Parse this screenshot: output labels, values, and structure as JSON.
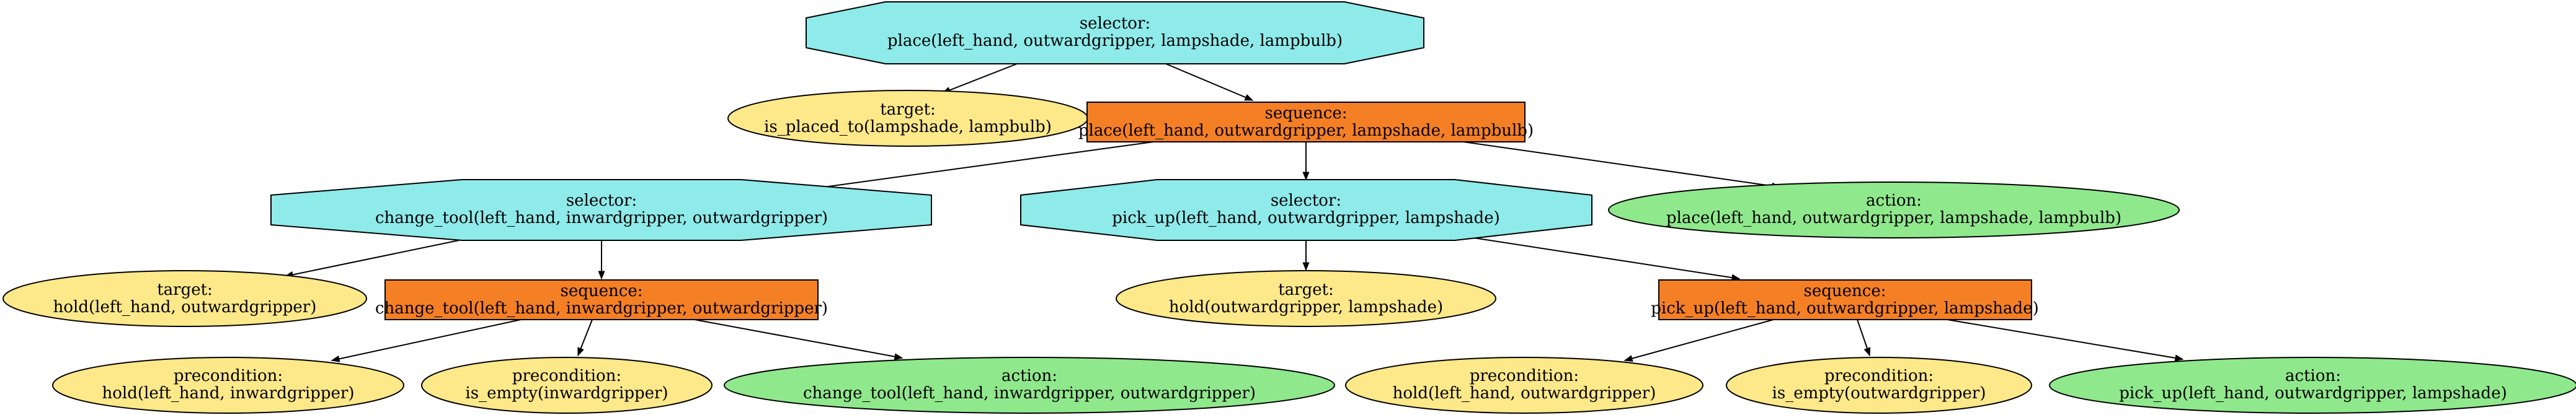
{
  "colors": {
    "selector": "#8feaea",
    "sequence": "#f57f25",
    "target": "#fde88a",
    "precondition": "#fde88a",
    "action": "#90e88c",
    "stroke": "#000000",
    "edge": "#000000"
  },
  "nodes": {
    "n0": {
      "kind": "selector",
      "type_label": "selector:",
      "call": "place(left_hand, outwardgripper, lampshade, lampbulb)"
    },
    "n1": {
      "kind": "target",
      "type_label": "target:",
      "call": "is_placed_to(lampshade, lampbulb)"
    },
    "n2": {
      "kind": "sequence",
      "type_label": "sequence:",
      "call": "place(left_hand, outwardgripper, lampshade, lampbulb)"
    },
    "n3": {
      "kind": "selector",
      "type_label": "selector:",
      "call": "change_tool(left_hand, inwardgripper, outwardgripper)"
    },
    "n4": {
      "kind": "selector",
      "type_label": "selector:",
      "call": "pick_up(left_hand, outwardgripper, lampshade)"
    },
    "n5": {
      "kind": "action",
      "type_label": "action:",
      "call": "place(left_hand, outwardgripper, lampshade, lampbulb)"
    },
    "n6": {
      "kind": "target",
      "type_label": "target:",
      "call": "hold(left_hand, outwardgripper)"
    },
    "n7": {
      "kind": "sequence",
      "type_label": "sequence:",
      "call": "change_tool(left_hand, inwardgripper, outwardgripper)"
    },
    "n8": {
      "kind": "target",
      "type_label": "target:",
      "call": "hold(outwardgripper, lampshade)"
    },
    "n9": {
      "kind": "sequence",
      "type_label": "sequence:",
      "call": "pick_up(left_hand, outwardgripper, lampshade)"
    },
    "n10": {
      "kind": "precondition",
      "type_label": "precondition:",
      "call": "hold(left_hand, inwardgripper)"
    },
    "n11": {
      "kind": "precondition",
      "type_label": "precondition:",
      "call": "is_empty(inwardgripper)"
    },
    "n12": {
      "kind": "action",
      "type_label": "action:",
      "call": "change_tool(left_hand, inwardgripper, outwardgripper)"
    },
    "n13": {
      "kind": "precondition",
      "type_label": "precondition:",
      "call": "hold(left_hand, outwardgripper)"
    },
    "n14": {
      "kind": "precondition",
      "type_label": "precondition:",
      "call": "is_empty(outwardgripper)"
    },
    "n15": {
      "kind": "action",
      "type_label": "action:",
      "call": "pick_up(left_hand, outwardgripper, lampshade)"
    }
  },
  "edges": [
    [
      "n0",
      "n1"
    ],
    [
      "n0",
      "n2"
    ],
    [
      "n2",
      "n3"
    ],
    [
      "n2",
      "n4"
    ],
    [
      "n2",
      "n5"
    ],
    [
      "n3",
      "n6"
    ],
    [
      "n3",
      "n7"
    ],
    [
      "n4",
      "n8"
    ],
    [
      "n4",
      "n9"
    ],
    [
      "n7",
      "n10"
    ],
    [
      "n7",
      "n11"
    ],
    [
      "n7",
      "n12"
    ],
    [
      "n9",
      "n13"
    ],
    [
      "n9",
      "n14"
    ],
    [
      "n9",
      "n15"
    ]
  ]
}
